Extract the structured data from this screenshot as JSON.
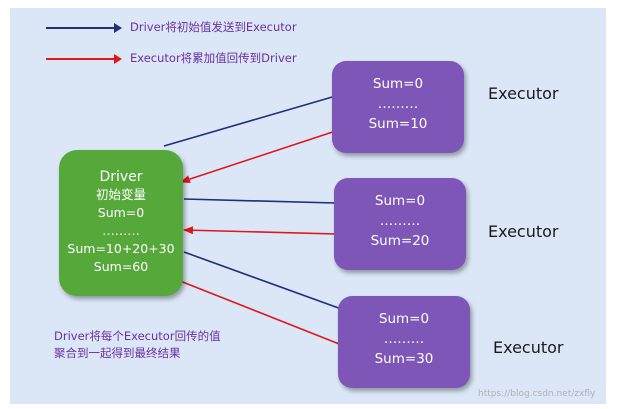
{
  "legend": {
    "send_text": "Driver将初始值发送到Executor",
    "send_color": "#1f2f7a",
    "return_text": "Executor将累加值回传到Driver",
    "return_color": "#e0161b"
  },
  "driver": {
    "title": "Driver",
    "lines": [
      "初始变量",
      "Sum=0",
      "………",
      "Sum=10+20+30",
      "Sum=60"
    ]
  },
  "executors": [
    {
      "label": "Executor",
      "lines": [
        "Sum=0",
        "………",
        "Sum=10"
      ]
    },
    {
      "label": "Executor",
      "lines": [
        "Sum=0",
        "………",
        "Sum=20"
      ]
    },
    {
      "label": "Executor",
      "lines": [
        "Sum=0",
        "………",
        "Sum=30"
      ]
    }
  ],
  "note": {
    "line1": "Driver将每个Executor回传的值",
    "line2": "聚合到一起得到最终结果"
  },
  "watermark": "https://blog.csdn.net/zxfly",
  "colors": {
    "background": "#dbe7f7",
    "driver_fill": "#56a83b",
    "executor_fill": "#7d56b8"
  }
}
